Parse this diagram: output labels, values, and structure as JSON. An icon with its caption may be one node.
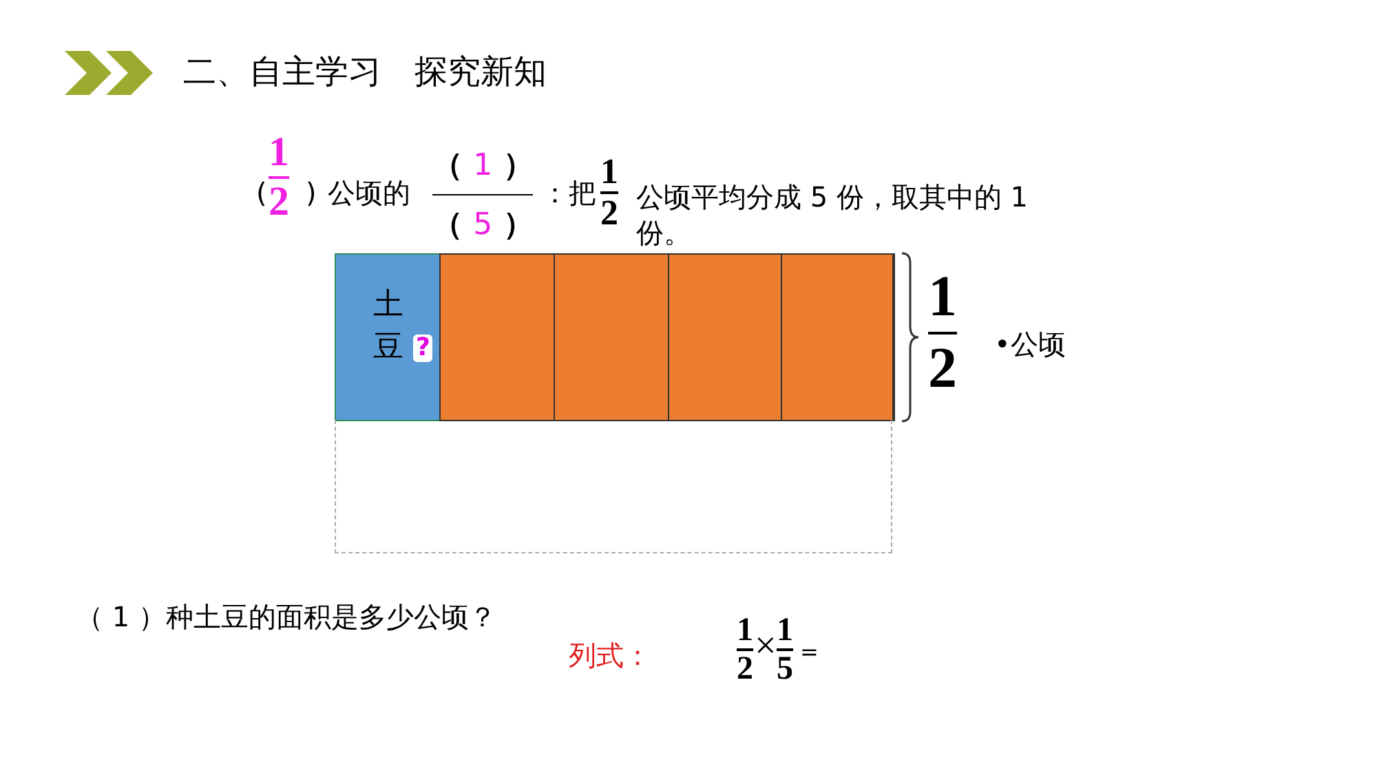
{
  "diagram": {
    "title": "二、自主学习　探究新知",
    "nodes": [
      {
        "text": [
          "土豆",
          "?"
        ]
      },
      {
        "text": [],
        "shape": "box"
      },
      {
        "text": [],
        "shape": "box"
      },
      {
        "text": [],
        "shape": "box"
      },
      {
        "text": [],
        "shape": "box"
      },
      {
        "text": [],
        "shape": "box"
      },
      {
        "text": [],
        "shape": "dashed-box"
      }
    ],
    "labels": [
      "(",
      "1",
      "2",
      ")",
      "公顷的",
      "（ 1 ）",
      "（ 5 ）",
      "：把",
      "1",
      "2",
      "公顷平均分成 5 份，取其中的 1 份。",
      "1",
      "2",
      "•公顷",
      "（ 1 ）种土豆的面积是多少公顷？",
      "列式：",
      "1",
      "2",
      "×",
      "1",
      "5",
      "="
    ]
  }
}
